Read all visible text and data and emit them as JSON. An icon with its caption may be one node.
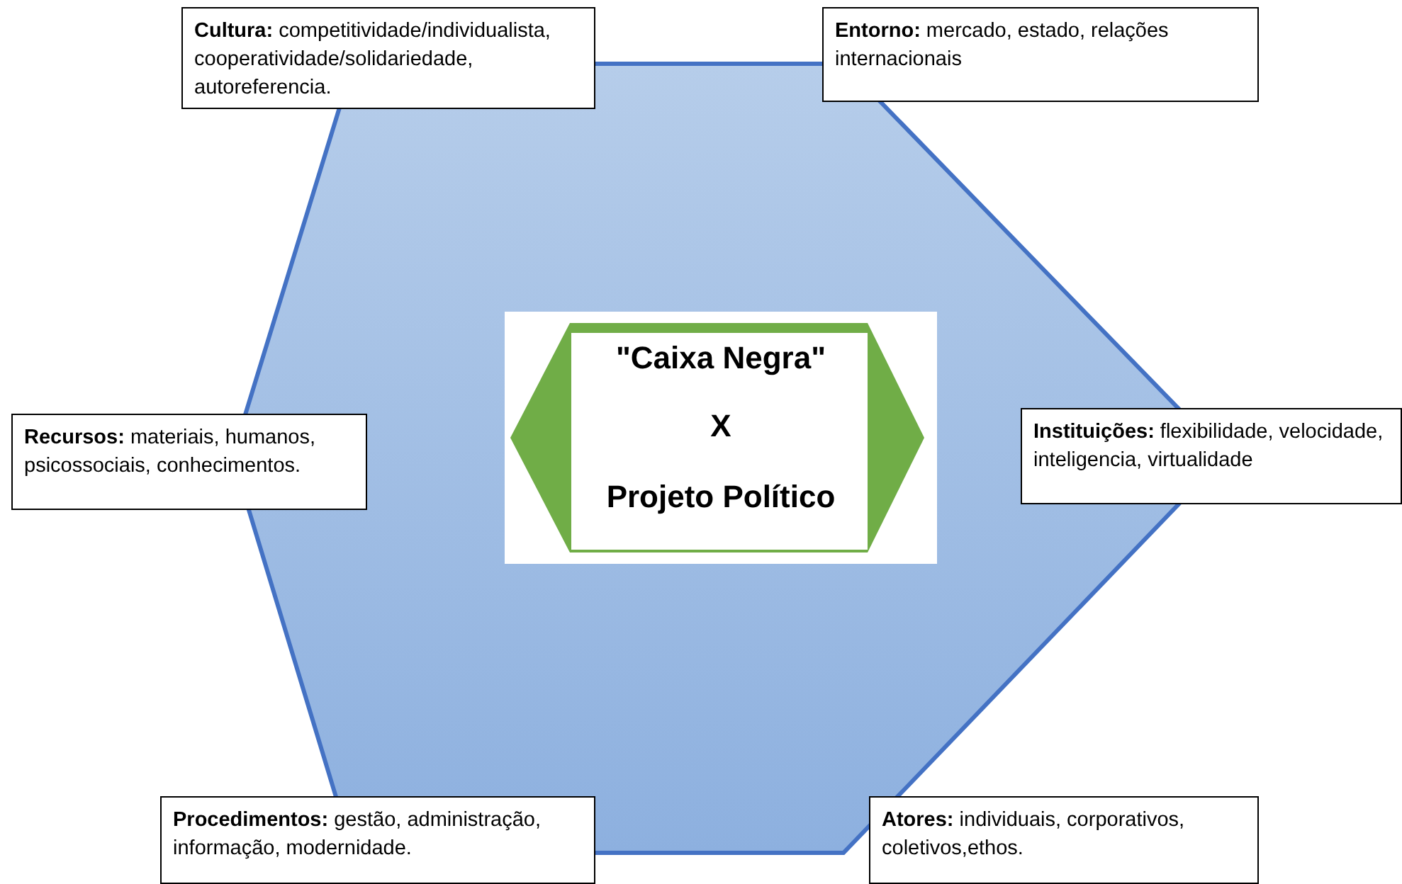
{
  "diagram": {
    "nodes": [
      {
        "text": [
          "**Cultura:** competitividade/individualista, cooperatividade/solidariedade, autoreferencia."
        ]
      },
      {
        "text": [
          "**Entorno:** mercado, estado, relações internacionais"
        ]
      },
      {
        "text": [
          "\"Caixa Negra\"",
          "X",
          "Projeto Político"
        ]
      },
      {
        "text": [
          "**Recursos:** materiais, humanos, psicossociais, conhecimentos."
        ]
      },
      {
        "text": [
          "**Instituições:** flexibilidade, velocidade, inteligencia, virtualidade"
        ]
      },
      {
        "text": [
          "**Procedimentos:** gestão, administração, informação, modernidade."
        ]
      },
      {
        "text": [
          "**Atores:** individuais, corporativos, coletivos,ethos."
        ]
      }
    ],
    "edges": []
  }
}
